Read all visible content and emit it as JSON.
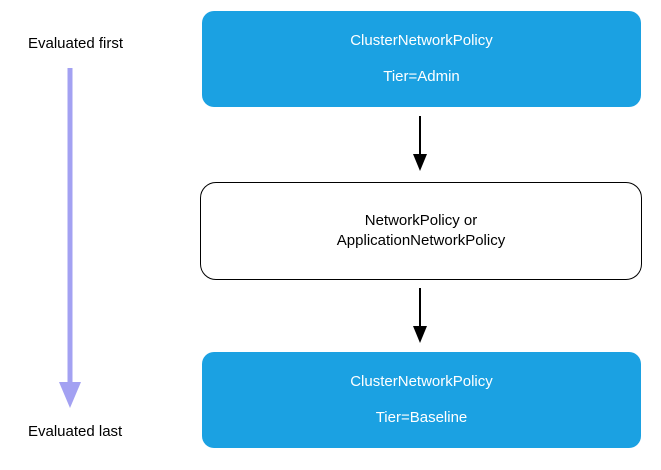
{
  "labels": {
    "evaluated_first": "Evaluated first",
    "evaluated_last": "Evaluated last"
  },
  "nodes": {
    "admin_tier": {
      "line1": "ClusterNetworkPolicy",
      "line2": "Tier=Admin"
    },
    "network_policy": {
      "line1": "NetworkPolicy or",
      "line2": "ApplicationNetworkPolicy"
    },
    "baseline_tier": {
      "line1": "ClusterNetworkPolicy",
      "line2": "Tier=Baseline"
    }
  },
  "icons": {
    "order_arrow": "down-arrow",
    "flow_arrow": "down-arrow"
  },
  "colors": {
    "node_fill_blue": "#1BA1E2",
    "node_text_white": "#FFFFFF",
    "node_border_black": "#000000",
    "flow_arrow_black": "#000000",
    "order_arrow_purple": "#A3A1F2",
    "label_text_black": "#000000",
    "background": "#FFFFFF"
  }
}
